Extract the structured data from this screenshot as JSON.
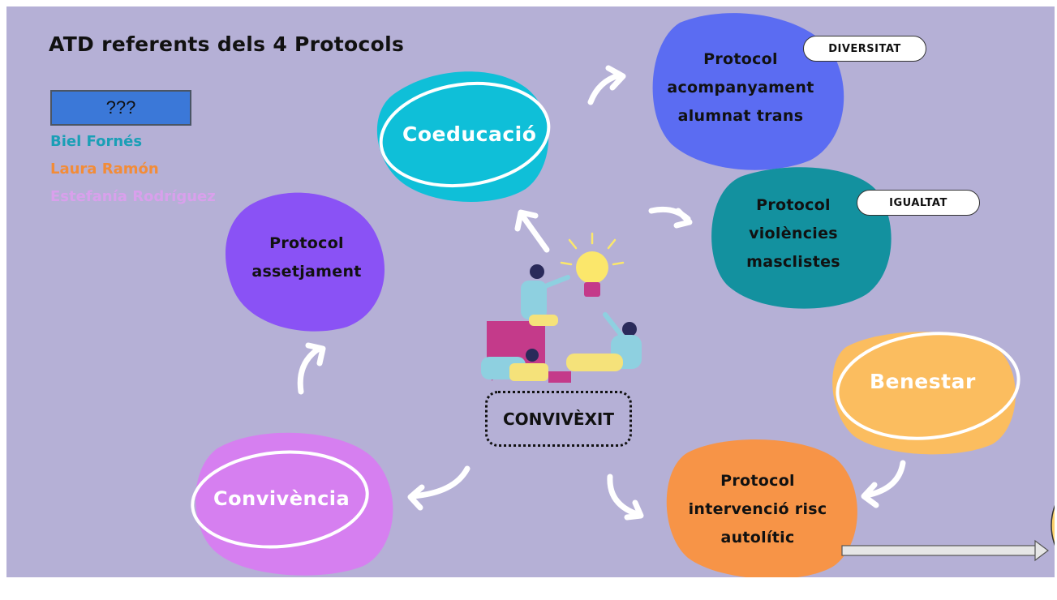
{
  "title": "ATD referents dels 4 Protocols",
  "placeholder_box": "???",
  "names": [
    {
      "text": "Biel Fornés",
      "color": "#1a9fb6"
    },
    {
      "text": "Laura Ramón",
      "color": "#f28c38"
    },
    {
      "text": "Estefanía Rodríguez",
      "color": "#d9a0ec"
    }
  ],
  "blobs": {
    "coeducacio": "Coeducació",
    "convivencia": "Convivència",
    "benestar": "Benestar",
    "protocol_trans": [
      "Protocol",
      "acompanyament",
      "alumnat trans"
    ],
    "protocol_violencies": [
      "Protocol",
      "violències",
      "masclistes"
    ],
    "protocol_assetjament": [
      "Protocol",
      "assetjament"
    ],
    "protocol_autolitic": [
      "Protocol",
      "intervenció risc",
      "autolític"
    ]
  },
  "tags": {
    "diversitat": "DIVERSITAT",
    "igualtat": "IGUALTAT"
  },
  "center_label": "CONVIVÈXIT",
  "colors": {
    "background": "#b5b0d6",
    "coeducacio": "#0fbfd8",
    "trans": "#5b6cf2",
    "violencies": "#13919f",
    "assetjament": "#8a52f5",
    "convivencia": "#d67ff0",
    "autolitic": "#f79447",
    "benestar": "#fbbd5f"
  }
}
